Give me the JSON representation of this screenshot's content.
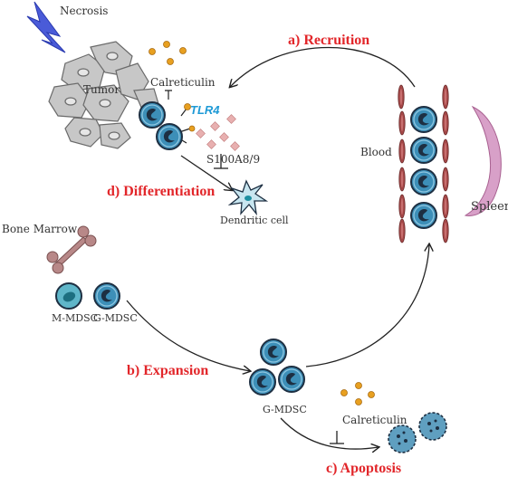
{
  "labels": {
    "necrosis": "Necrosis",
    "tumor": "Tumor",
    "calreticulin_top": "Calreticulin",
    "tlr4": "TLR4",
    "s100": "S100A8/9",
    "differentiation": "d) Differentiation",
    "dendritic": "Dendritic cell",
    "recruition": "a) Recruition",
    "blood": "Blood",
    "spleen": "Spleen",
    "bone_marrow": "Bone Marrow",
    "m_mdsc": "M-MDSC",
    "g_mdsc_left": "G-MDSC",
    "expansion": "b) Expansion",
    "g_mdsc_center": "G-MDSC",
    "calreticulin_bottom": "Calreticulin",
    "apoptosis": "c) Apoptosis"
  },
  "colors": {
    "red_label": "#e2262a",
    "tlr4": "#1e9ad6",
    "cell_fill": "#3d8fb8",
    "cell_ring": "#2b5f80",
    "nucleus": "#1d2f42",
    "tumor_fill": "#c7c7c7",
    "calreticulin_dot": "#e8a020",
    "s100_fill": "#e8b0b0",
    "bone_fill": "#b88888",
    "rbc_fill": "#a54848",
    "spleen_fill": "#d8a0c8"
  },
  "icons": {
    "lightning": "lightning-bolt-icon",
    "tumor_cells": "tumor-cluster-icon",
    "bone": "bone-icon",
    "spleen": "spleen-icon",
    "dendritic": "dendritic-cell-icon",
    "blood_vessel": "blood-vessel-icon"
  }
}
